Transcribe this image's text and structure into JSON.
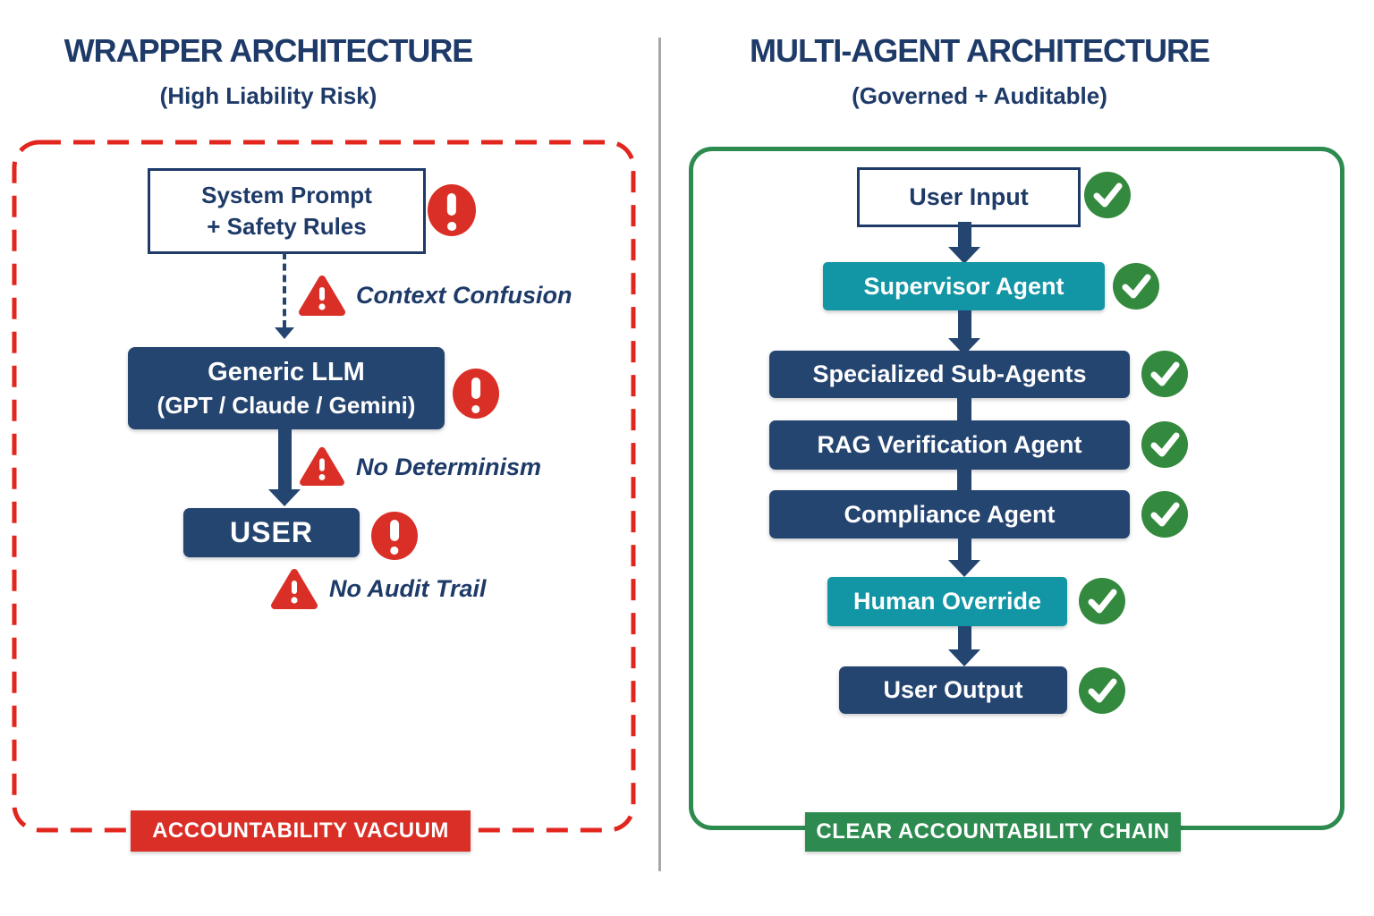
{
  "left_panel": {
    "title": "WRAPPER ARCHITECTURE",
    "subtitle": "(High Liability Risk)",
    "nodes": {
      "system_prompt": {
        "line1": "System Prompt",
        "line2": "+ Safety Rules"
      },
      "generic_llm": {
        "line1": "Generic LLM",
        "line2": "(GPT / Claude / Gemini)"
      },
      "user": {
        "label": "USER"
      }
    },
    "warnings": {
      "context_confusion": "Context Confusion",
      "no_determinism": "No Determinism",
      "no_audit_trail": "No Audit Trail"
    },
    "banner": "ACCOUNTABILITY VACUUM"
  },
  "right_panel": {
    "title": "MULTI-AGENT ARCHITECTURE",
    "subtitle": "(Governed + Auditable)",
    "nodes": [
      {
        "label": "User Input"
      },
      {
        "label": "Supervisor Agent"
      },
      {
        "label": "Specialized Sub-Agents"
      },
      {
        "label": "RAG Verification Agent"
      },
      {
        "label": "Compliance Agent"
      },
      {
        "label": "Human Override"
      },
      {
        "label": "User Output"
      }
    ],
    "banner": "CLEAR ACCOUNTABILITY CHAIN"
  },
  "icons": {
    "alert": "exclamation-circle-icon",
    "warning": "warning-triangle-icon",
    "check": "check-circle-icon"
  },
  "colors": {
    "navy": "#1e3a68",
    "navy-box": "#254571",
    "teal": "#1295a4",
    "red": "#d92f26",
    "green": "#2e8b50",
    "check-green": "#338a3e",
    "divider": "#a8a8a8"
  }
}
